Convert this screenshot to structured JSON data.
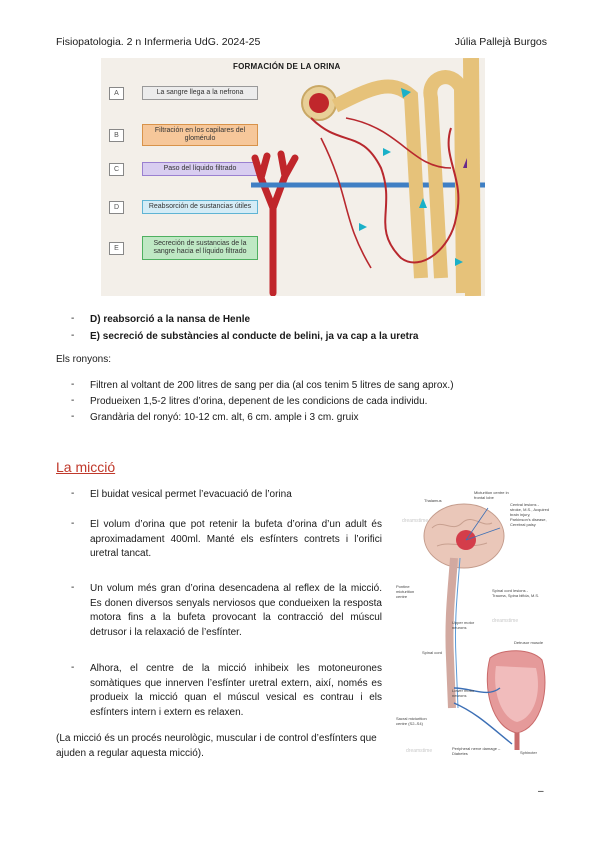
{
  "header": {
    "left": "Fisiopatologia. 2 n Infermeria UdG. 2024-25",
    "right": "Júlia Pallejà Burgos"
  },
  "figure1": {
    "title": "FORMACIÓN DE LA ORINA",
    "steps": [
      {
        "letter": "A",
        "text": "La sangre llega a la nefrona"
      },
      {
        "letter": "B",
        "text": "Filtración en los capilares del glomérulo"
      },
      {
        "letter": "C",
        "text": "Paso del líquido filtrado"
      },
      {
        "letter": "D",
        "text": "Reabsorción de sustancias útiles"
      },
      {
        "letter": "E",
        "text": "Secreción de sustancias de la sangre hacia el líquido filtrado"
      }
    ]
  },
  "steps_list": [
    "D) reabsorció a la nansa de Henle",
    "E) secreció de substàncies al conducte de belini, ja va cap a la uretra"
  ],
  "kidneys": {
    "lead": "Els ronyons:",
    "items": [
      "Filtren al voltant de 200 litres de sang per dia (al cos tenim 5 litres de sang aprox.)",
      "Produeixen 1,5-2 litres d’orina, depenent de les condicions de cada individu.",
      "Grandària del ronyó: 10-12 cm. alt, 6 cm. ample i 3 cm. gruix"
    ]
  },
  "miccio": {
    "title": "La micció",
    "items": [
      "El buidat vesical permet l’evacuació de l’orina",
      "El volum d’orina que pot retenir la bufeta d’orina d’un adult és aproximadament 400ml. Manté els esfínters contrets i l’orifici uretral tancat.",
      "Un volum més gran d’orina desencadena al reflex de la micció. Es donen diversos senyals nerviosos que condueixen la resposta motora fins a la bufeta provocant la contracció del múscul detrusor i la relaxació de l’esfínter.",
      "Alhora, el centre de la micció inhibeix les motoneurones somàtiques que innerven l’esfínter uretral extern, així, només es produeix la micció quan el múscul vesical es contrau i els esfínters intern i extern es relaxen."
    ],
    "note": "(La micció és un procés neurològic, muscular i de control d’esfínters que ajuden a regular aquesta micció)."
  },
  "figure2": {
    "labels": {
      "thalamus": "Thalamus",
      "micturition_centre": "Micturition centre in frontal lobe",
      "central_lesions": "Central lesions - stroke, M.S., Acquired brain injury, Parkinson’s disease, Cerebral palsy",
      "pontine": "Pontine micturition centre",
      "spinal_cord_lesions": "Spinal cord lesions - Trauma, Spina bifida, M.S.",
      "upper_motor": "Upper motor neurons",
      "spinal_cord": "Spinal cord",
      "detrusor": "Detrusor muscle",
      "lower_motor": "Lower motor neurons",
      "sacral": "Sacral micturition centre (S2–S4)",
      "peripheral": "Peripheral nerve damage – Diabetes",
      "sphincter": "Sphincter"
    },
    "watermark": "dreamstime"
  },
  "footer": {
    "mark": "–"
  }
}
